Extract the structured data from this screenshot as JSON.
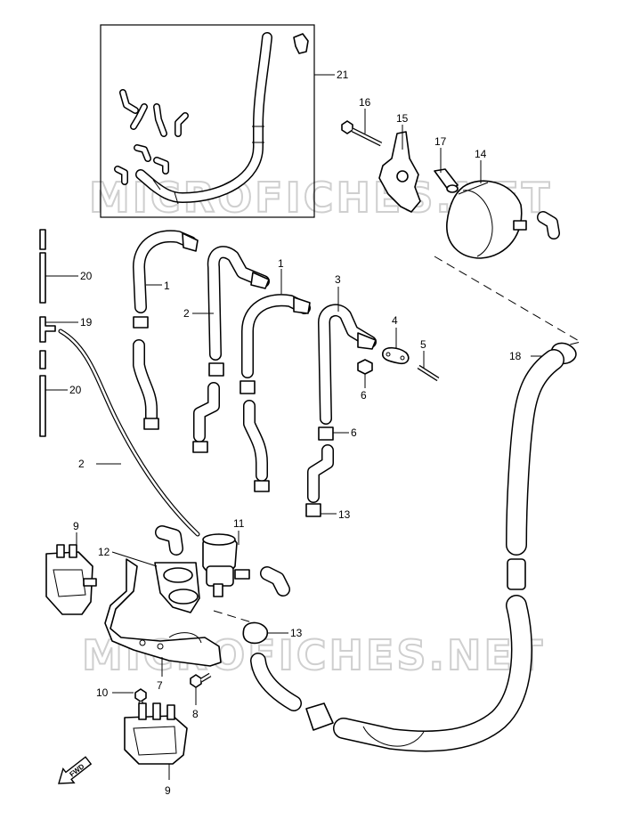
{
  "watermark": "MICROFICHES.NET",
  "fwd_label": "FWD",
  "callouts": [
    {
      "id": "c21",
      "text": "21"
    },
    {
      "id": "c16",
      "text": "16"
    },
    {
      "id": "c15",
      "text": "15"
    },
    {
      "id": "c17",
      "text": "17"
    },
    {
      "id": "c14",
      "text": "14"
    },
    {
      "id": "c20a",
      "text": "20"
    },
    {
      "id": "c19",
      "text": "19"
    },
    {
      "id": "c20b",
      "text": "20"
    },
    {
      "id": "c2a",
      "text": "2"
    },
    {
      "id": "c1a",
      "text": "1"
    },
    {
      "id": "c2b",
      "text": "2"
    },
    {
      "id": "c1b",
      "text": "1"
    },
    {
      "id": "c3",
      "text": "3"
    },
    {
      "id": "c4",
      "text": "4"
    },
    {
      "id": "c5",
      "text": "5"
    },
    {
      "id": "c6a",
      "text": "6"
    },
    {
      "id": "c6b",
      "text": "6"
    },
    {
      "id": "c13a",
      "text": "13"
    },
    {
      "id": "c18",
      "text": "18"
    },
    {
      "id": "c9a",
      "text": "9"
    },
    {
      "id": "c12",
      "text": "12"
    },
    {
      "id": "c11",
      "text": "11"
    },
    {
      "id": "c13b",
      "text": "13"
    },
    {
      "id": "c7",
      "text": "7"
    },
    {
      "id": "c10",
      "text": "10"
    },
    {
      "id": "c8",
      "text": "8"
    },
    {
      "id": "c9b",
      "text": "9"
    }
  ]
}
